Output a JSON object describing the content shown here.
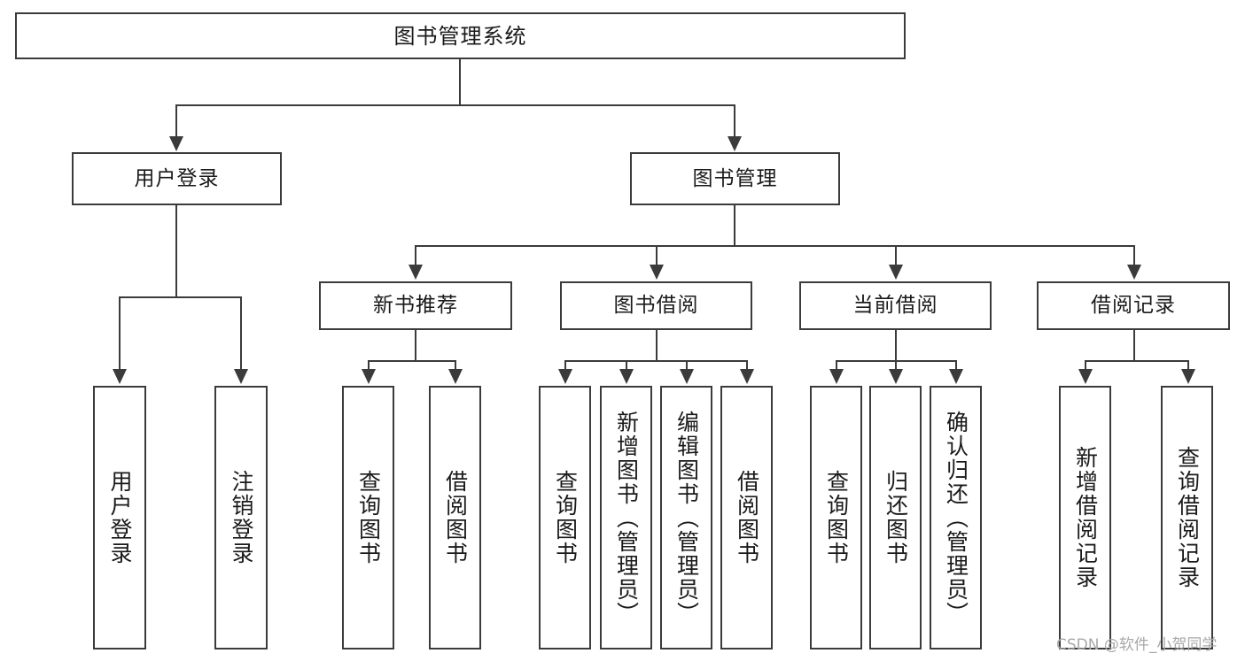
{
  "diagram": {
    "title": "图书管理系统",
    "root": {
      "label": "图书管理系统"
    },
    "level1": [
      {
        "label": "用户登录"
      },
      {
        "label": "图书管理"
      }
    ],
    "level2": [
      {
        "label": "新书推荐"
      },
      {
        "label": "图书借阅"
      },
      {
        "label": "当前借阅"
      },
      {
        "label": "借阅记录"
      }
    ],
    "leaves": {
      "user_login": [
        {
          "label": "用户登录"
        },
        {
          "label": "注销登录"
        }
      ],
      "new_book_recommend": [
        {
          "label": "查询图书"
        },
        {
          "label": "借阅图书"
        }
      ],
      "book_borrow": [
        {
          "label": "查询图书"
        },
        {
          "label": "新增图书（管理员）"
        },
        {
          "label": "编辑图书（管理员）"
        },
        {
          "label": "借阅图书"
        }
      ],
      "current_borrow": [
        {
          "label": "查询图书"
        },
        {
          "label": "归还图书"
        },
        {
          "label": "确认归还（管理员）"
        }
      ],
      "borrow_record": [
        {
          "label": "新增借阅记录"
        },
        {
          "label": "查询借阅记录"
        }
      ]
    }
  },
  "watermark": {
    "text": "CSDN @软件_小贺同学"
  },
  "colors": {
    "stroke": "#3b3b3b",
    "text": "#1a1a1a",
    "background": "#ffffff",
    "watermark": "#a8a8a8"
  }
}
